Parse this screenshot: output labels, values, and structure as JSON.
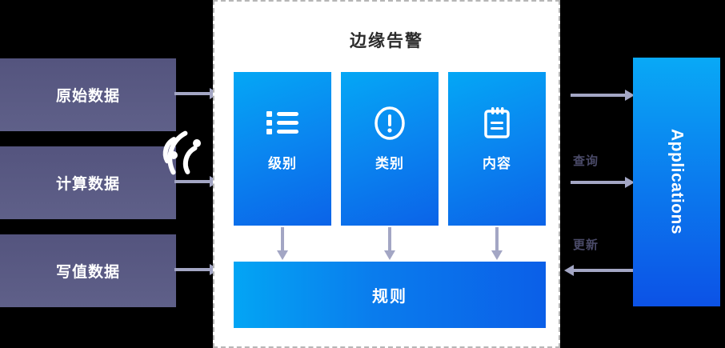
{
  "diagram": {
    "type": "architecture-flow",
    "title": "边缘告警"
  },
  "sources": {
    "items": [
      {
        "label": "原始数据"
      },
      {
        "label": "计算数据"
      },
      {
        "label": "写值数据"
      }
    ],
    "box_color": "#5a5b85",
    "text_color": "#ffffff",
    "decor_icon": "wireless-signal-icon"
  },
  "edge_panel": {
    "title": "边缘告警",
    "border_style": "dashed",
    "border_color": "#b6b6b6",
    "background": "#ffffff",
    "cards": [
      {
        "label": "级别",
        "icon": "list-icon"
      },
      {
        "label": "类别",
        "icon": "exclamation-circle-icon"
      },
      {
        "label": "内容",
        "icon": "clipboard-icon"
      }
    ],
    "rules": {
      "label": "规则",
      "gradient_from": "#03a5f4",
      "gradient_to": "#0b5fe8"
    }
  },
  "applications": {
    "label": "Applications",
    "gradient_from": "#09a9f6",
    "gradient_to": "#0c52e6",
    "text_color": "#ffffff"
  },
  "connectors": {
    "arrow_color": "#a3a6c4",
    "label_color": "#4a4a68",
    "right_labels": [
      {
        "name": "query",
        "label": "查询",
        "direction": "right"
      },
      {
        "name": "update",
        "label": "更新",
        "direction": "left"
      }
    ]
  }
}
